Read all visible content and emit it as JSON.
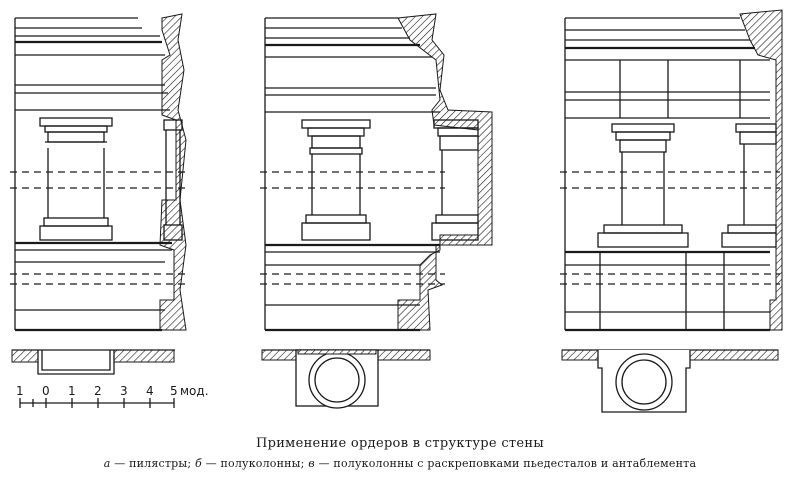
{
  "caption": {
    "title": "Применение ордеров в структуре стены",
    "part_a_letter": "а",
    "part_a_text": " — пилястры; ",
    "part_b_letter": "б",
    "part_b_text": " — полуколонны; ",
    "part_c_letter": "в",
    "part_c_text": " — полуколонны с раскреповками пьедесталов и антаблемента"
  },
  "scale": {
    "ticks": [
      "1",
      "0",
      "1",
      "2",
      "3",
      "4",
      "5"
    ],
    "unit": "мод."
  }
}
